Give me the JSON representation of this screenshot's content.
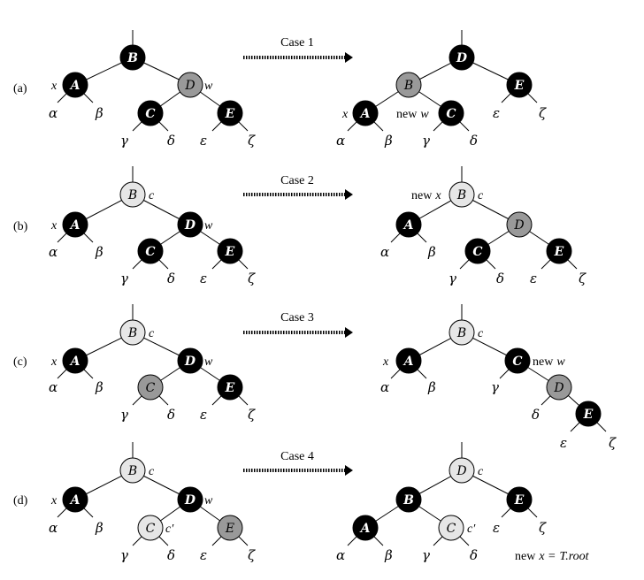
{
  "rows": [
    {
      "label": "(a)",
      "case": "Case 1",
      "left": {
        "nodes": {
          "B": {
            "label": "B",
            "color": "black"
          },
          "A": {
            "label": "A",
            "color": "black"
          },
          "D": {
            "label": "D",
            "color": "dark"
          },
          "C": {
            "label": "C",
            "color": "black"
          },
          "E": {
            "label": "E",
            "color": "black"
          }
        },
        "leaves": [
          "α",
          "β",
          "γ",
          "δ",
          "ε",
          "ζ"
        ],
        "annotations": {
          "x": "x",
          "w": "w"
        }
      },
      "right": {
        "nodes": {
          "D": {
            "label": "D",
            "color": "black"
          },
          "B": {
            "label": "B",
            "color": "dark"
          },
          "E": {
            "label": "E",
            "color": "black"
          },
          "A": {
            "label": "A",
            "color": "black"
          },
          "C": {
            "label": "C",
            "color": "black"
          }
        },
        "leaves": [
          "α",
          "β",
          "γ",
          "δ",
          "ε",
          "ζ"
        ],
        "annotations": {
          "x": "x",
          "new_w_prefix": "new",
          "new_w_var": "w"
        }
      }
    },
    {
      "label": "(b)",
      "case": "Case 2",
      "left": {
        "nodes": {
          "B": {
            "label": "B",
            "color": "light"
          },
          "A": {
            "label": "A",
            "color": "black"
          },
          "D": {
            "label": "D",
            "color": "black"
          },
          "C": {
            "label": "C",
            "color": "black"
          },
          "E": {
            "label": "E",
            "color": "black"
          }
        },
        "leaves": [
          "α",
          "β",
          "γ",
          "δ",
          "ε",
          "ζ"
        ],
        "annotations": {
          "x": "x",
          "w": "w",
          "c": "c"
        }
      },
      "right": {
        "nodes": {
          "B": {
            "label": "B",
            "color": "light"
          },
          "A": {
            "label": "A",
            "color": "black"
          },
          "D": {
            "label": "D",
            "color": "dark"
          },
          "C": {
            "label": "C",
            "color": "black"
          },
          "E": {
            "label": "E",
            "color": "black"
          }
        },
        "leaves": [
          "α",
          "β",
          "γ",
          "δ",
          "ε",
          "ζ"
        ],
        "annotations": {
          "new_x_prefix": "new",
          "new_x_var": "x",
          "c": "c"
        }
      }
    },
    {
      "label": "(c)",
      "case": "Case 3",
      "left": {
        "nodes": {
          "B": {
            "label": "B",
            "color": "light"
          },
          "A": {
            "label": "A",
            "color": "black"
          },
          "D": {
            "label": "D",
            "color": "black"
          },
          "C": {
            "label": "C",
            "color": "dark"
          },
          "E": {
            "label": "E",
            "color": "black"
          }
        },
        "leaves": [
          "α",
          "β",
          "γ",
          "δ",
          "ε",
          "ζ"
        ],
        "annotations": {
          "x": "x",
          "w": "w",
          "c": "c"
        }
      },
      "right": {
        "nodes": {
          "B": {
            "label": "B",
            "color": "light"
          },
          "A": {
            "label": "A",
            "color": "black"
          },
          "C": {
            "label": "C",
            "color": "black"
          },
          "D": {
            "label": "D",
            "color": "dark"
          },
          "E": {
            "label": "E",
            "color": "black"
          }
        },
        "leaves": [
          "α",
          "β",
          "γ",
          "δ",
          "ε",
          "ζ"
        ],
        "annotations": {
          "x": "x",
          "c": "c",
          "new_w_prefix": "new",
          "new_w_var": "w"
        }
      }
    },
    {
      "label": "(d)",
      "case": "Case 4",
      "left": {
        "nodes": {
          "B": {
            "label": "B",
            "color": "light"
          },
          "A": {
            "label": "A",
            "color": "black"
          },
          "D": {
            "label": "D",
            "color": "black"
          },
          "C": {
            "label": "C",
            "color": "light"
          },
          "E": {
            "label": "E",
            "color": "dark"
          }
        },
        "leaves": [
          "α",
          "β",
          "γ",
          "δ",
          "ε",
          "ζ"
        ],
        "annotations": {
          "x": "x",
          "w": "w",
          "c": "c",
          "c_prime": "c′"
        }
      },
      "right": {
        "nodes": {
          "D": {
            "label": "D",
            "color": "light"
          },
          "B": {
            "label": "B",
            "color": "black"
          },
          "E": {
            "label": "E",
            "color": "black"
          },
          "A": {
            "label": "A",
            "color": "black"
          },
          "C": {
            "label": "C",
            "color": "light"
          }
        },
        "leaves": [
          "α",
          "β",
          "γ",
          "δ",
          "ε",
          "ζ"
        ],
        "annotations": {
          "c": "c",
          "c_prime": "c′",
          "new_x_prefix": "new",
          "new_x_eq": "x =",
          "new_x_value": "T.root"
        }
      }
    }
  ]
}
